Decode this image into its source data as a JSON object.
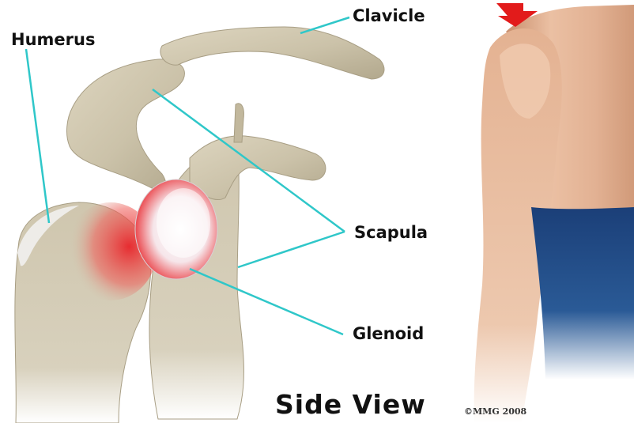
{
  "labels": {
    "clavicle": "Clavicle",
    "humerus": "Humerus",
    "scapula": "Scapula",
    "glenoid": "Glenoid",
    "view_title": "Side View"
  },
  "copyright": "©MMG 2008",
  "colors": {
    "leader_line": "#2fc7c9",
    "bone": "#cfc6ae",
    "joint_highlight": "#e8242a",
    "skin": "#e6b596",
    "shorts": "#1f4a86",
    "arrow": "#e21b1b"
  }
}
